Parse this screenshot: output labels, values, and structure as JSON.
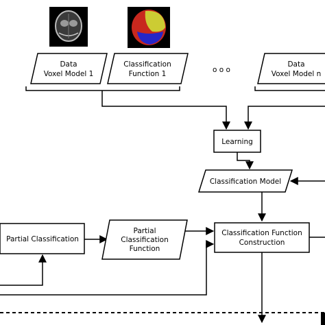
{
  "nodes": {
    "data_voxel_1": {
      "line1": "Data",
      "line2": "Voxel Model 1"
    },
    "classification_function_1": {
      "line1": "Classification",
      "line2": "Function 1"
    },
    "ellipsis": "o o o",
    "data_voxel_n": {
      "line1": "Data",
      "line2": "Voxel Model n"
    },
    "learning": "Learning",
    "classification_model": "Classification Model",
    "partial_classification": "Partial Classification",
    "partial_classification_function": {
      "line1": "Partial",
      "line2": "Classification",
      "line3": "Function"
    },
    "classification_function_construction": {
      "line1": "Classification Function",
      "line2": "Construction"
    }
  },
  "images": {
    "voxel_scan": "grayscale-mri-slice",
    "function_map": "segmented-brain-colormap"
  },
  "colors": {
    "stroke": "#000000",
    "segment_red": "#c8281e",
    "segment_yellow": "#cccc33",
    "segment_blue": "#2626c8"
  }
}
